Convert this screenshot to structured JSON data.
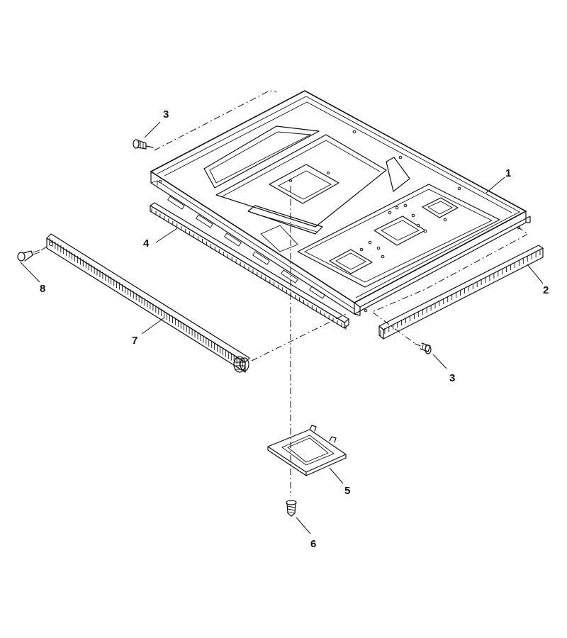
{
  "callouts": [
    {
      "id": "1",
      "text": "1"
    },
    {
      "id": "2",
      "text": "2"
    },
    {
      "id": "3a",
      "text": "3"
    },
    {
      "id": "3b",
      "text": "3"
    },
    {
      "id": "4",
      "text": "4"
    },
    {
      "id": "5",
      "text": "5"
    },
    {
      "id": "6",
      "text": "6"
    },
    {
      "id": "7",
      "text": "7"
    },
    {
      "id": "8",
      "text": "8"
    }
  ]
}
